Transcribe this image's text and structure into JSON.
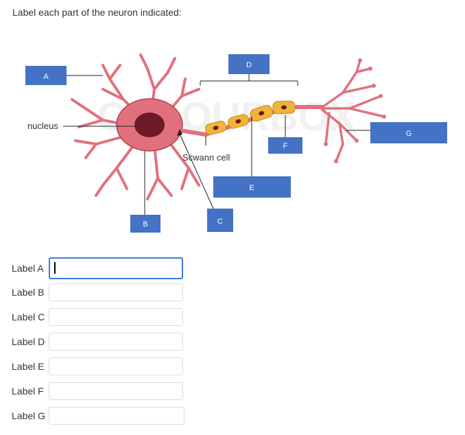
{
  "instruction": "Label each part of the neuron indicated:",
  "figure": {
    "labels": {
      "A": "A",
      "B": "B",
      "C": "C",
      "D": "D",
      "E": "E",
      "F": "F",
      "G": "G"
    },
    "captions": {
      "nucleus": "nucleus",
      "schwann": "Scwann cell"
    },
    "colors": {
      "label_box": "#4472c4",
      "neuron": "#e0717c",
      "neuron_outline": "#b04050",
      "nucleus": "#6b1a26",
      "schwann": "#f0b43a",
      "schwann_outline": "#c88a16"
    },
    "watermark": "COLOURBOX"
  },
  "form": {
    "rows": [
      {
        "label": "Label A",
        "value": "",
        "active": true
      },
      {
        "label": "Label B",
        "value": "",
        "active": false
      },
      {
        "label": "Label C",
        "value": "",
        "active": false
      },
      {
        "label": "Label D",
        "value": "",
        "active": false
      },
      {
        "label": "Label E",
        "value": "",
        "active": false
      },
      {
        "label": "Label F",
        "value": "",
        "active": false
      },
      {
        "label": "Label G",
        "value": "",
        "active": false
      }
    ]
  }
}
